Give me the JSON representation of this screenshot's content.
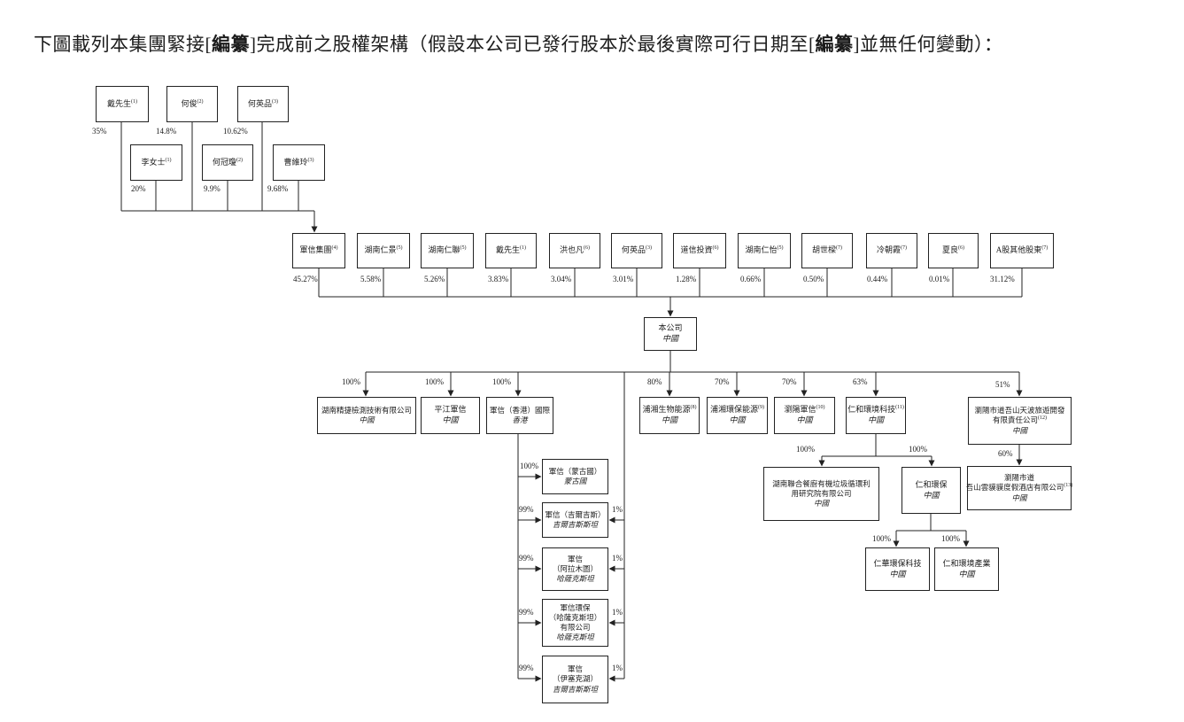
{
  "title": {
    "part1": "下圖載列本集團緊接[",
    "redact1": "編纂",
    "part2": "]完成前之股權架構（假設本公司已發行股本於最後實際可行日期至[",
    "redact2": "編纂",
    "part3": "]並無任何變動）："
  },
  "row1": [
    {
      "name": "戴先生",
      "note": "(1)",
      "pct": "35%"
    },
    {
      "name": "何俊",
      "note": "(2)",
      "pct": "14.8%"
    },
    {
      "name": "何英品",
      "note": "(3)",
      "pct": "10.62%"
    }
  ],
  "row2": [
    {
      "name": "李女士",
      "note": "(1)",
      "pct": "20%"
    },
    {
      "name": "何冠瓊",
      "note": "(2)",
      "pct": "9.9%"
    },
    {
      "name": "曹維玲",
      "note": "(3)",
      "pct": "9.68%"
    }
  ],
  "main_row": [
    {
      "name": "軍信集團",
      "note": "(4)",
      "pct": "45.27%"
    },
    {
      "name": "湖南仁景",
      "note": "(5)",
      "pct": "5.58%"
    },
    {
      "name": "湖南仁聯",
      "note": "(5)",
      "pct": "5.26%"
    },
    {
      "name": "戴先生",
      "note": "(1)",
      "pct": "3.83%"
    },
    {
      "name": "洪也凡",
      "note": "(6)",
      "pct": "3.04%"
    },
    {
      "name": "何英品",
      "note": "(3)",
      "pct": "3.01%"
    },
    {
      "name": "道信投資",
      "note": "(6)",
      "pct": "1.28%"
    },
    {
      "name": "湖南仁怡",
      "note": "(5)",
      "pct": "0.66%"
    },
    {
      "name": "胡世樑",
      "note": "(7)",
      "pct": "0.50%"
    },
    {
      "name": "冷朝霞",
      "note": "(7)",
      "pct": "0.44%"
    },
    {
      "name": "夏良",
      "note": "(6)",
      "pct": "0.01%"
    },
    {
      "name": "A股其他股東",
      "note": "(7)",
      "pct": "31.12%"
    }
  ],
  "company": {
    "name": "本公司",
    "country": "中國"
  },
  "subs": [
    {
      "name": "湖南精捷檢測技術有限公司",
      "country": "中國",
      "pct": "100%"
    },
    {
      "name": "平江軍信",
      "country": "中國",
      "pct": "100%"
    },
    {
      "name": "軍信（香港）國際",
      "country": "香港",
      "pct": "100%"
    },
    {
      "name": "浦湘生物能源",
      "note": "(8)",
      "country": "中國",
      "pct": "80%"
    },
    {
      "name": "浦湘環保能源",
      "note": "(9)",
      "country": "中國",
      "pct": "70%"
    },
    {
      "name": "瀏陽軍信",
      "note": "(10)",
      "country": "中國",
      "pct": "70%"
    },
    {
      "name": "仁和環境科技",
      "note": "(11)",
      "country": "中國",
      "pct": "63%"
    },
    {
      "name": "瀏陽市道吾山天波旅遊開發",
      "name2": "有限責任公司",
      "note": "(12)",
      "country": "中國",
      "pct": "51%"
    }
  ],
  "hk": [
    {
      "l1": "軍信（蒙古國）",
      "country": "蒙古國",
      "pct": "100%"
    },
    {
      "l1": "軍信（吉爾吉斯）",
      "country": "吉爾吉斯斯坦",
      "pct": "99%",
      "pct2": "1%"
    },
    {
      "l1": "軍信",
      "l2": "（阿拉木圖）",
      "country": "哈薩克斯坦",
      "pct": "99%",
      "pct2": "1%"
    },
    {
      "l1": "軍信環保",
      "l2": "（哈薩克斯坦）",
      "l3": "有限公司",
      "country": "哈薩克斯坦",
      "pct": "99%",
      "pct2": "1%"
    },
    {
      "l1": "軍信",
      "l2": "（伊塞克湖）",
      "country": "吉爾吉斯斯坦",
      "pct": "99%",
      "pct2": "1%"
    }
  ],
  "institute": {
    "l1": "湖南聯合餐廚有機垃圾循環利",
    "l2": "用研究院有限公司",
    "country": "中國",
    "pct": "100%"
  },
  "renhe": {
    "name": "仁和環保",
    "country": "中國",
    "pct": "100%"
  },
  "renhe_subs": [
    {
      "name": "仁華環保科技",
      "country": "中國",
      "pct": "100%"
    },
    {
      "name": "仁和環境產業",
      "country": "中國",
      "pct": "100%"
    }
  ],
  "hotel": {
    "l1": "瀏陽市道",
    "l2": "吾山雲貘貘度假酒店有限公司",
    "note": "(13)",
    "country": "中國",
    "pct": "60%"
  }
}
